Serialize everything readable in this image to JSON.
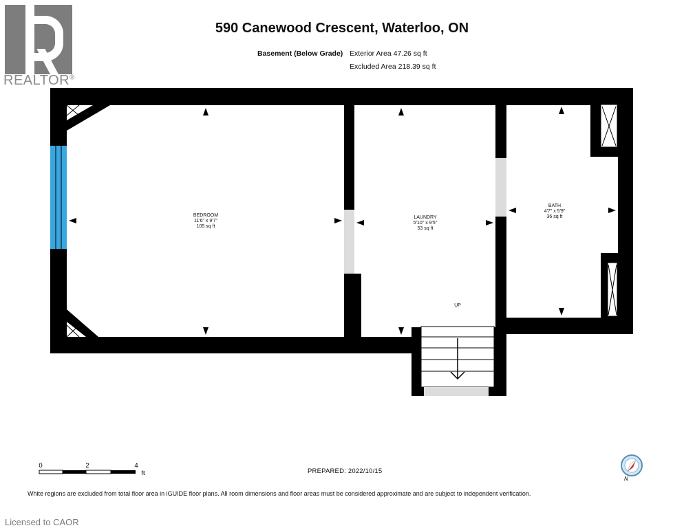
{
  "logo": {
    "brand": "REALTOR",
    "registered": "®"
  },
  "title": "590 Canewood Crescent, Waterloo, ON",
  "areas": {
    "level_label": "Basement (Below Grade)",
    "exterior": "Exterior Area 47.26 sq ft",
    "excluded": "Excluded Area 218.39 sq ft"
  },
  "rooms": {
    "bedroom": {
      "name": "BEDROOM",
      "dims": "11'6\" x 9'7\"",
      "area": "105 sq ft"
    },
    "laundry": {
      "name": "LAUNDRY",
      "dims": "5'10\" x 9'5\"",
      "area": "53 sq ft"
    },
    "bath": {
      "name": "BATH",
      "dims": "4'7\" x 5'9\"",
      "area": "36 sq ft"
    },
    "stairs_label": "UP"
  },
  "scale": {
    "t0": "0",
    "t2": "2",
    "t4": "4",
    "unit": "ft"
  },
  "prepared": "PREPARED: 2022/10/15",
  "compass": {
    "north": "N"
  },
  "disclaimer": "White regions are excluded from total floor area in iGUIDE floor plans. All room dimensions and floor areas must be considered approximate and are subject to independent verification.",
  "licensed": "Licensed to CAOR",
  "colors": {
    "wall": "#000000",
    "window": "#3aa6e0",
    "opening": "#dcdcdc",
    "logo": "#7d7d7d"
  }
}
